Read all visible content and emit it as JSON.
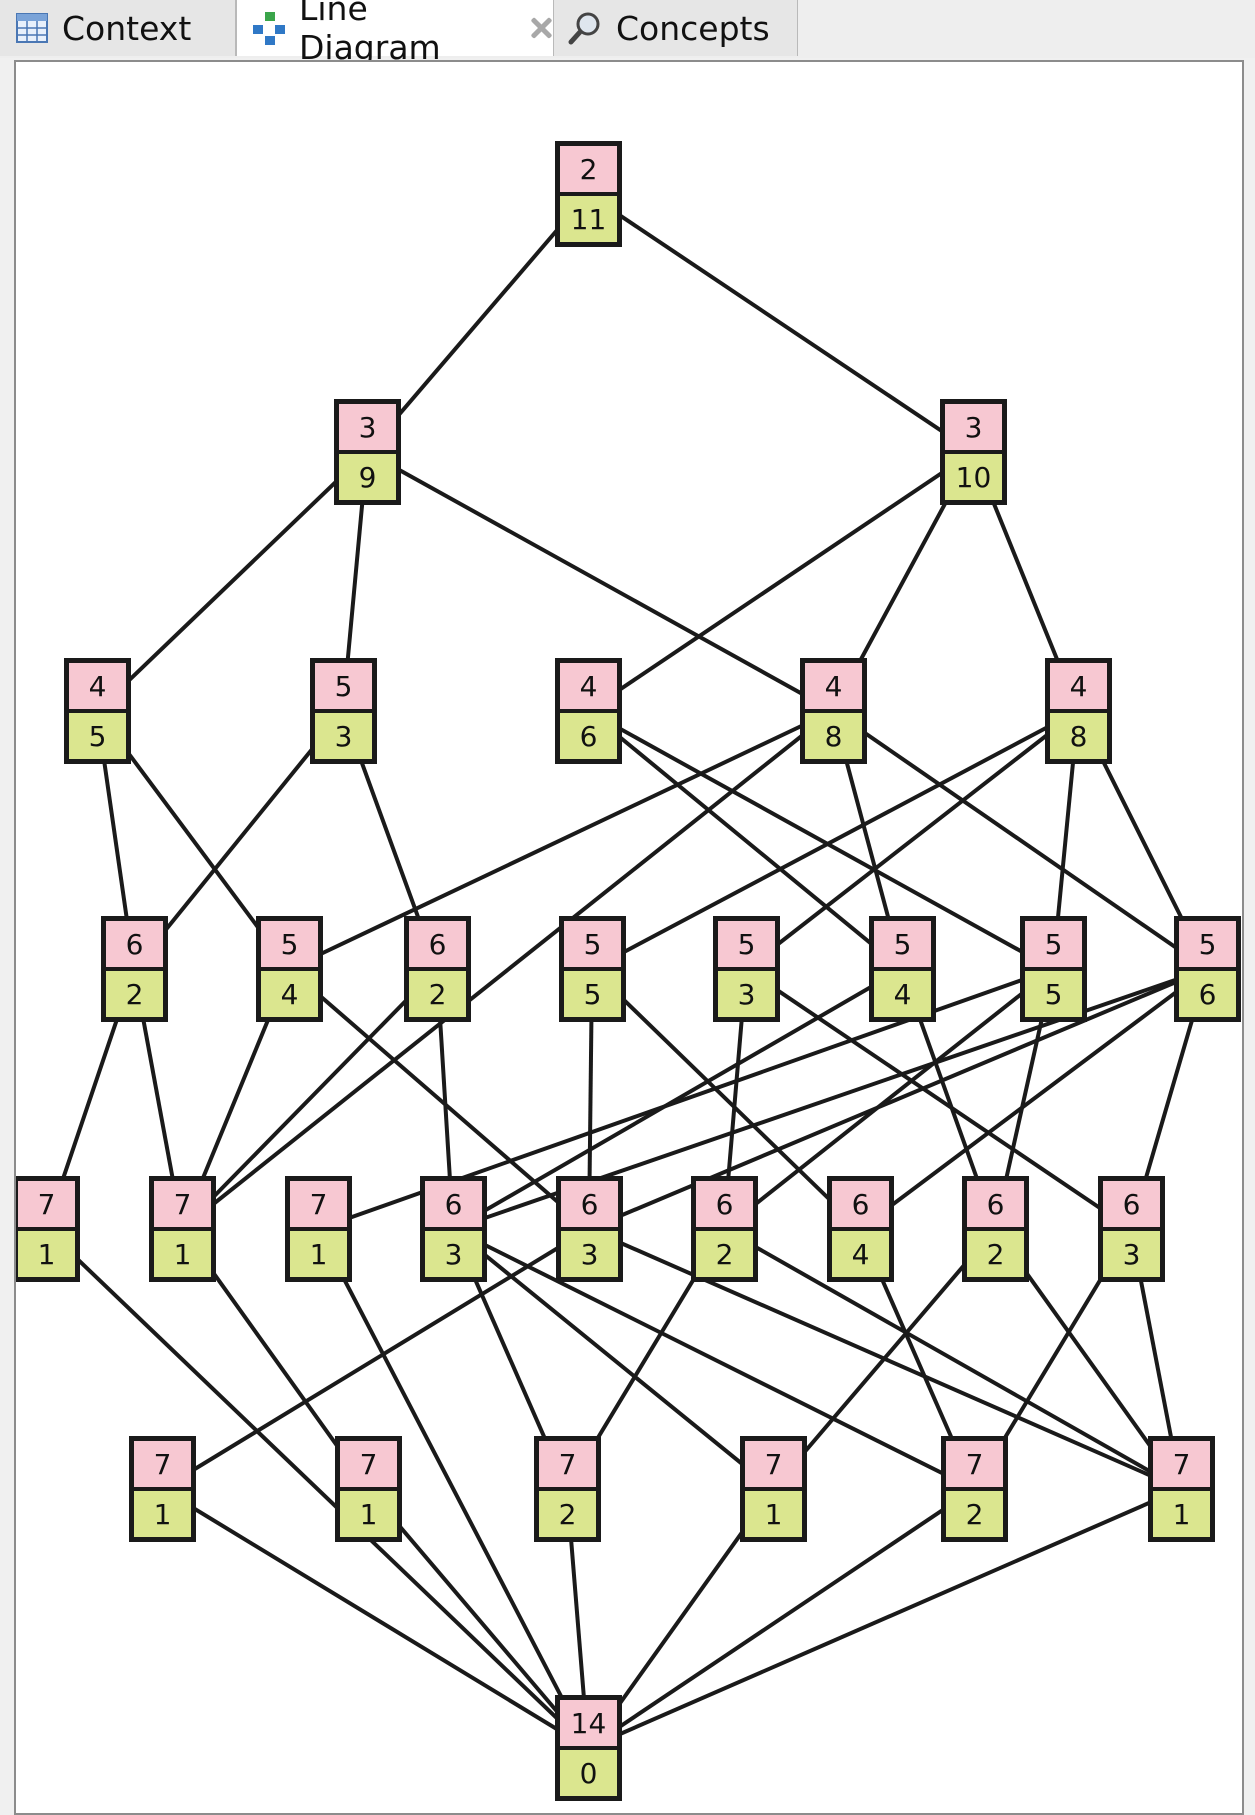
{
  "tabs": [
    {
      "label": "Context",
      "icon": "table-icon",
      "active": false
    },
    {
      "label": "Line Diagram",
      "icon": "line-diagram-icon",
      "active": true
    },
    {
      "label": "Concepts",
      "icon": "magnifier-icon",
      "active": false
    }
  ],
  "colors": {
    "extent": "#f7c8d2",
    "intent": "#dbe68f",
    "edge": "#1a1a1a"
  },
  "lattice": {
    "nodes": [
      {
        "id": "n0",
        "extent": "2",
        "intent": "11"
      },
      {
        "id": "n1",
        "extent": "3",
        "intent": "9"
      },
      {
        "id": "n2",
        "extent": "3",
        "intent": "10"
      },
      {
        "id": "n3",
        "extent": "4",
        "intent": "5"
      },
      {
        "id": "n4",
        "extent": "5",
        "intent": "3"
      },
      {
        "id": "n5",
        "extent": "4",
        "intent": "6"
      },
      {
        "id": "n6",
        "extent": "4",
        "intent": "8"
      },
      {
        "id": "n7",
        "extent": "4",
        "intent": "8"
      },
      {
        "id": "n8",
        "extent": "6",
        "intent": "2"
      },
      {
        "id": "n9",
        "extent": "5",
        "intent": "4"
      },
      {
        "id": "n10",
        "extent": "6",
        "intent": "2"
      },
      {
        "id": "n11",
        "extent": "5",
        "intent": "5"
      },
      {
        "id": "n12",
        "extent": "5",
        "intent": "3"
      },
      {
        "id": "n13",
        "extent": "5",
        "intent": "4"
      },
      {
        "id": "n14",
        "extent": "5",
        "intent": "5"
      },
      {
        "id": "n15",
        "extent": "5",
        "intent": "6"
      },
      {
        "id": "n16",
        "extent": "7",
        "intent": "1"
      },
      {
        "id": "n17",
        "extent": "7",
        "intent": "1"
      },
      {
        "id": "n18",
        "extent": "7",
        "intent": "1"
      },
      {
        "id": "n19",
        "extent": "6",
        "intent": "3"
      },
      {
        "id": "n20",
        "extent": "6",
        "intent": "3"
      },
      {
        "id": "n21",
        "extent": "6",
        "intent": "2"
      },
      {
        "id": "n22",
        "extent": "6",
        "intent": "4"
      },
      {
        "id": "n23",
        "extent": "6",
        "intent": "2"
      },
      {
        "id": "n24",
        "extent": "6",
        "intent": "3"
      },
      {
        "id": "n25",
        "extent": "7",
        "intent": "1"
      },
      {
        "id": "n26",
        "extent": "7",
        "intent": "1"
      },
      {
        "id": "n27",
        "extent": "7",
        "intent": "2"
      },
      {
        "id": "n28",
        "extent": "7",
        "intent": "1"
      },
      {
        "id": "n29",
        "extent": "7",
        "intent": "2"
      },
      {
        "id": "n30",
        "extent": "7",
        "intent": "1"
      },
      {
        "id": "n31",
        "extent": "14",
        "intent": "0"
      }
    ]
  }
}
